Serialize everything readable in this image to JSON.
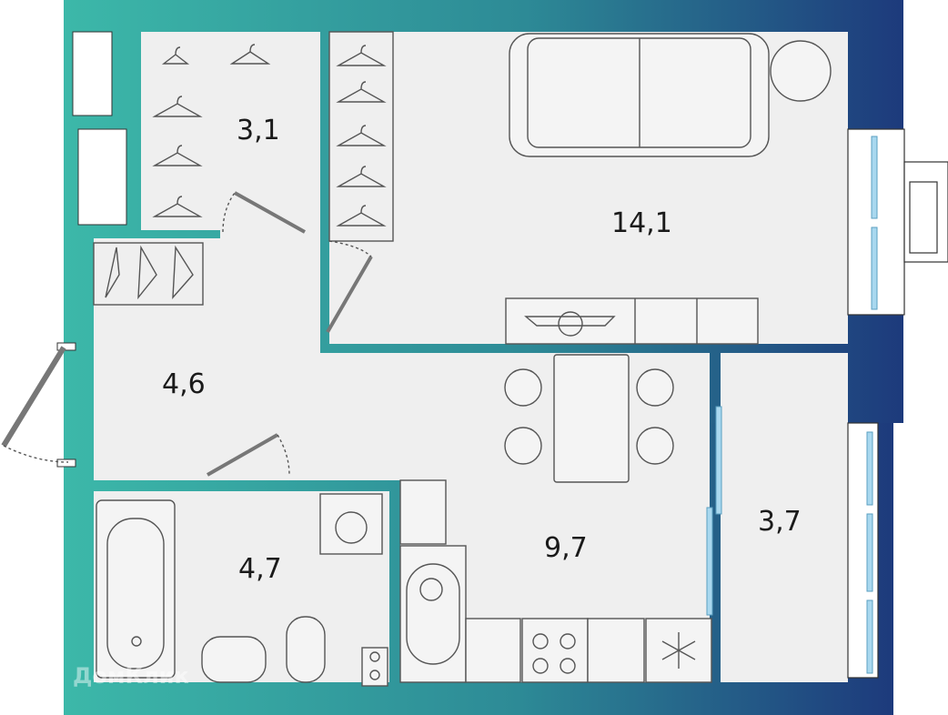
{
  "plan": {
    "rooms": [
      {
        "id": "closet",
        "area": "3,1"
      },
      {
        "id": "living-room",
        "area": "14,1"
      },
      {
        "id": "hallway",
        "area": "4,6"
      },
      {
        "id": "kitchen",
        "area": "9,7"
      },
      {
        "id": "loggia",
        "area": "3,7"
      },
      {
        "id": "bathroom",
        "area": "4,7"
      }
    ],
    "colors": {
      "wall_start": "#3cb8a9",
      "wall_mid": "#2d8a96",
      "wall_end": "#1d3a7c",
      "floor": "#efefef",
      "glass": "#a9d8ef"
    }
  },
  "watermark": "ДомКлик"
}
